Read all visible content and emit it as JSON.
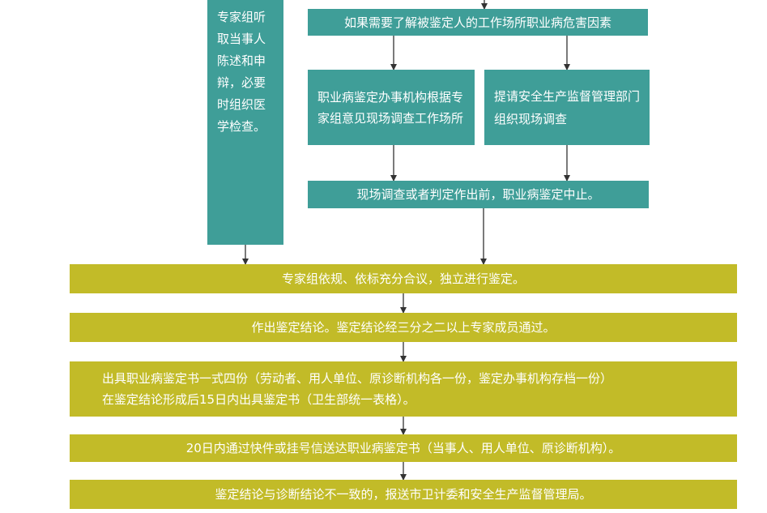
{
  "nodes": {
    "expert_hearing": {
      "text": "专家组听取当事人陈述和申辩，必要时组织医学检查。"
    },
    "need_workplace_factors": {
      "text": "如果需要了解被鉴定人的工作场所职业病危害因素"
    },
    "office_survey": {
      "text": "职业病鉴定办事机构根据专家组意见现场调查工作场所"
    },
    "request_safety_dept": {
      "text": "提请安全生产监督管理部门组织现场调查"
    },
    "suspend_before_survey": {
      "text": "现场调查或者判定作出前，职业病鉴定中止。"
    },
    "independent_appraisal": {
      "text": "专家组依规、依标充分合议，独立进行鉴定。"
    },
    "conclusion": {
      "text": "作出鉴定结论。鉴定结论经三分之二以上专家成员通过。"
    },
    "issue_book": {
      "line1": "出具职业病鉴定书一式四份（劳动者、用人单位、原诊断机构各一份，鉴定办事机构存档一份）",
      "line2": "在鉴定结论形成后15日内出具鉴定书（卫生部统一表格）。"
    },
    "deliver": {
      "text": "20日内通过快件或挂号信送达职业病鉴定书（当事人、用人单位、原诊断机构）。"
    },
    "report": {
      "text": "鉴定结论与诊断结论不一致的，报送市卫计委和安全生产监督管理局。"
    }
  },
  "colors": {
    "teal": "#3f9e98",
    "olive": "#c2bb28",
    "arrow": "#333333"
  }
}
